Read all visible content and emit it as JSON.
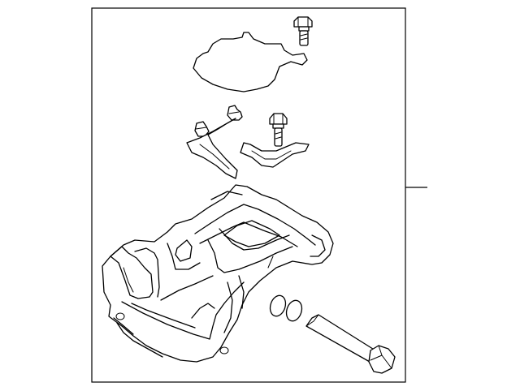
{
  "diagram": {
    "parts": [
      {
        "name": "oil-pan"
      },
      {
        "name": "oil-pan-gasket"
      },
      {
        "name": "oil-level-sensor"
      },
      {
        "name": "baffle-plate"
      },
      {
        "name": "drain-plug"
      },
      {
        "name": "drain-plug-gasket"
      }
    ]
  }
}
